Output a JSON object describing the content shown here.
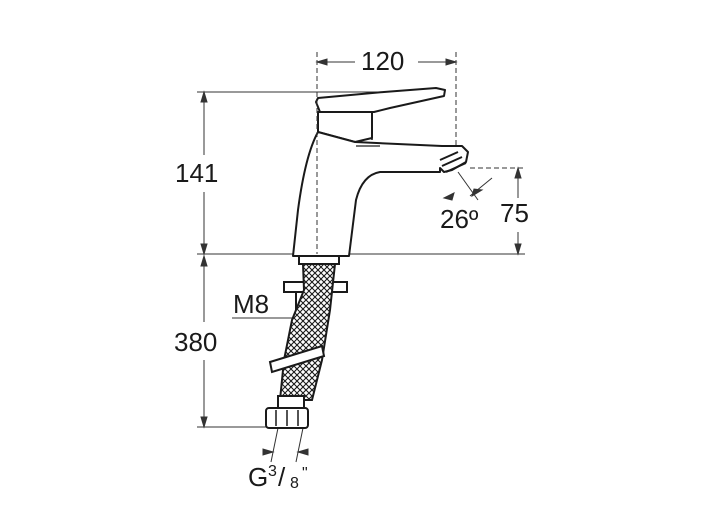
{
  "dimensions": {
    "width": "120",
    "height_body": "141",
    "spout_height": "75",
    "spout_angle": "26º",
    "hose_length": "380",
    "stud_thread": "M8",
    "connection_prefix": "G",
    "connection_numerator": "3",
    "connection_slash": "/",
    "connection_denominator": "8",
    "connection_inch": "\""
  },
  "colors": {
    "line": "#1a1a1a",
    "dim_line": "#333333",
    "background": "#ffffff"
  }
}
